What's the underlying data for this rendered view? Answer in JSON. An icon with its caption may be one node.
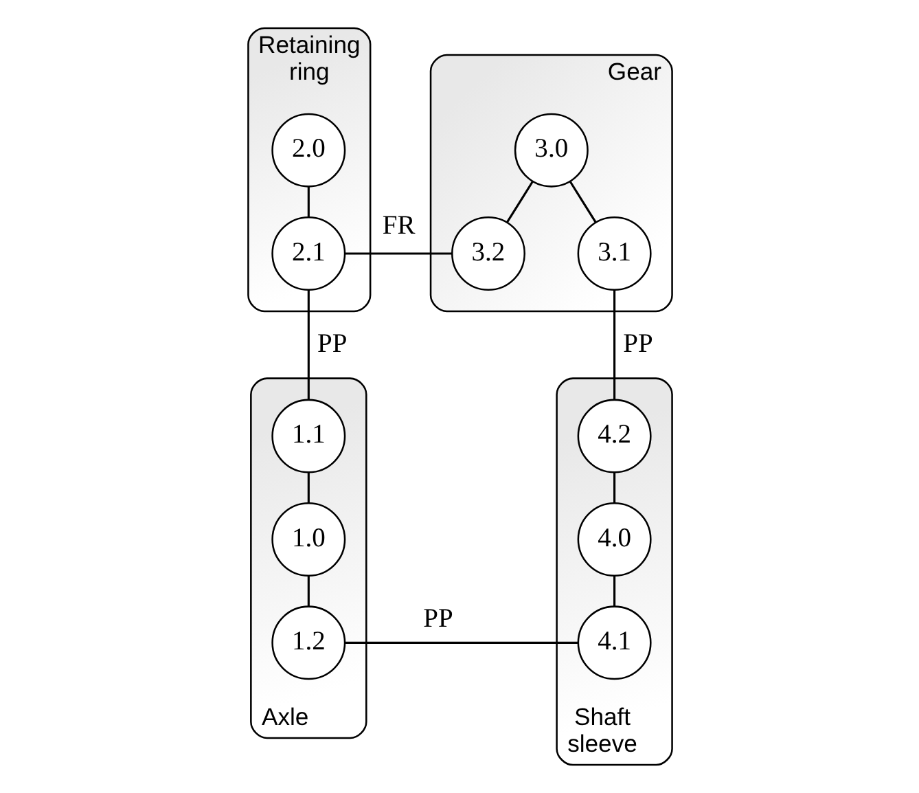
{
  "diagram": {
    "nodes": [
      {
        "text": [
          "Retaining ring"
        ]
      },
      {
        "text": [
          "2.0"
        ],
        "in": 0
      },
      {
        "text": [
          "2.1"
        ],
        "in": 0
      },
      {
        "text": [
          "Gear"
        ]
      },
      {
        "text": [
          "3.0"
        ],
        "in": 3
      },
      {
        "text": [
          "3.2"
        ],
        "in": 3
      },
      {
        "text": [
          "3.1"
        ],
        "in": 3
      },
      {
        "text": [
          "Axle"
        ]
      },
      {
        "text": [
          "1.1"
        ],
        "in": 7
      },
      {
        "text": [
          "1.0"
        ],
        "in": 7
      },
      {
        "text": [
          "1.2"
        ],
        "in": 7
      },
      {
        "text": [
          "Shaft sleeve"
        ]
      },
      {
        "text": [
          "4.2"
        ],
        "in": 11
      },
      {
        "text": [
          "4.1"
        ],
        "in": 11
      },
      {
        "text": [
          "4.0"
        ],
        "in": 11
      }
    ],
    "edges": [
      {
        "from": 1,
        "to": 2,
        "arrow": "none"
      },
      {
        "from": 2,
        "to": 5,
        "arrow": "none",
        "label": "FR"
      },
      {
        "from": 4,
        "to": 5,
        "arrow": "none"
      },
      {
        "from": 4,
        "to": 6,
        "arrow": "none"
      },
      {
        "from": 6,
        "to": 12,
        "arrow": "none",
        "label": "PP"
      },
      {
        "from": 12,
        "to": 14,
        "arrow": "none"
      },
      {
        "from": 14,
        "to": 13,
        "arrow": "none"
      },
      {
        "from": 10,
        "to": 13,
        "arrow": "none",
        "label": "PP"
      },
      {
        "from": 9,
        "to": 10,
        "arrow": "none"
      },
      {
        "from": 8,
        "to": 9,
        "arrow": "none"
      },
      {
        "from": 2,
        "to": 8,
        "arrow": "none",
        "label": "PP"
      }
    ]
  }
}
